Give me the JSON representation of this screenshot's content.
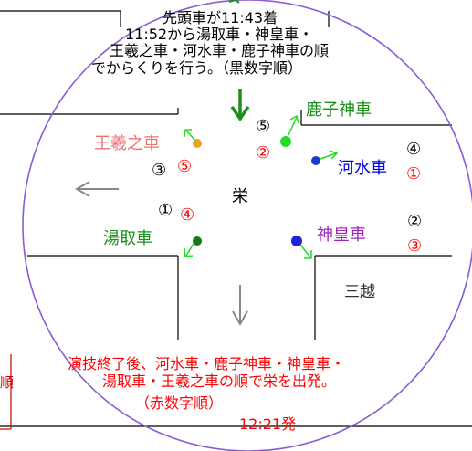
{
  "top_note": {
    "line1": "先頭車が11:43着",
    "line2": "11:52から湯取車・神皇車・",
    "line3": "王羲之車・河水車・鹿子神車の順",
    "line4": "でからくりを行う。（黒数字順）"
  },
  "bottom_note": {
    "line1": "演技終了後、河水車・鹿子神車・神皇車・",
    "line2": "湯取車・王羲之車の順で栄を出発。",
    "line3": "（赤数字順）",
    "line4": "12:21発"
  },
  "center_label": "栄",
  "landmark": "三越",
  "left_cut_text": "順",
  "floats": [
    {
      "id": "ogishi",
      "name": "王羲之車",
      "black": "③",
      "red": "⑤",
      "color": "#f07070",
      "dot": "#f5a020"
    },
    {
      "id": "kako",
      "name": "鹿子神車",
      "black": "⑤",
      "red": "②",
      "color": "#1a8f1a",
      "dot": "#22dd22"
    },
    {
      "id": "kasui",
      "name": "河水車",
      "black": "④",
      "red": "①",
      "color": "#0000ee",
      "dot": "#1a3acc"
    },
    {
      "id": "yutori",
      "name": "湯取車",
      "black": "①",
      "red": "④",
      "color": "#1a8f1a",
      "dot": "#137a13"
    },
    {
      "id": "jinko",
      "name": "神皇車",
      "black": "②",
      "red": "③",
      "color": "#a020c0",
      "dot": "#2222dd"
    }
  ],
  "colors": {
    "circle": "#8a5cd6",
    "arrow_green": "#1a8f1a",
    "arrow_gray": "#888888",
    "road": "#000000",
    "red_text": "#ff0000"
  }
}
